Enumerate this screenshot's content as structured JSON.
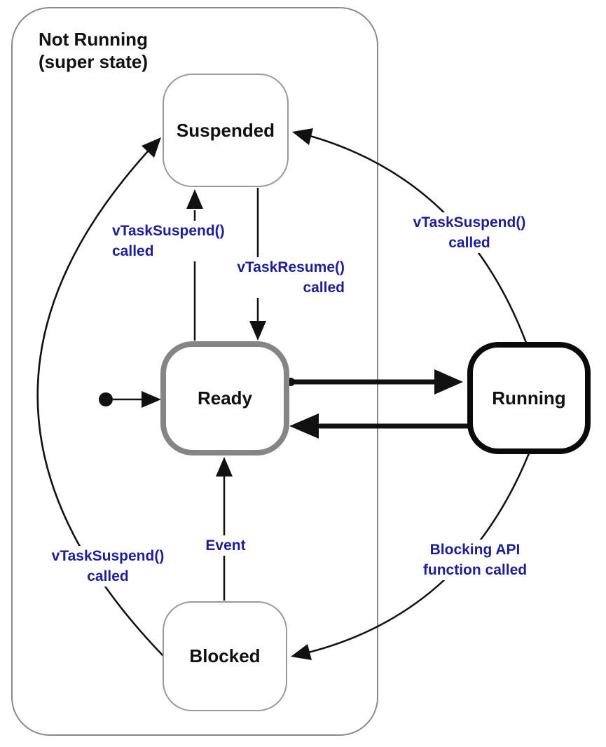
{
  "diagram": {
    "superstate": {
      "title_line1": "Not Running",
      "title_line2": "(super state)"
    },
    "states": {
      "suspended": "Suspended",
      "ready": "Ready",
      "blocked": "Blocked",
      "running": "Running"
    },
    "transitions": {
      "ready_to_suspended": {
        "line1": "vTaskSuspend()",
        "line2": "called"
      },
      "suspended_to_ready": {
        "line1": "vTaskResume()",
        "line2": "called"
      },
      "running_to_suspended": {
        "line1": "vTaskSuspend()",
        "line2": "called"
      },
      "blocked_to_suspended": {
        "line1": "vTaskSuspend()",
        "line2": "called"
      },
      "blocked_to_ready": {
        "label": "Event"
      },
      "running_to_blocked": {
        "line1": "Blocking API",
        "line2": "function called"
      }
    }
  },
  "colors": {
    "background": "#ffffff",
    "label-blue": "#1e1e96",
    "state-text": "#111111",
    "arrow-black": "#111111",
    "superstate-border": "#8a8a8a",
    "substate-border": "#9a9a9a",
    "ready-border": "#858585",
    "running-border": "#0a0a0a"
  }
}
